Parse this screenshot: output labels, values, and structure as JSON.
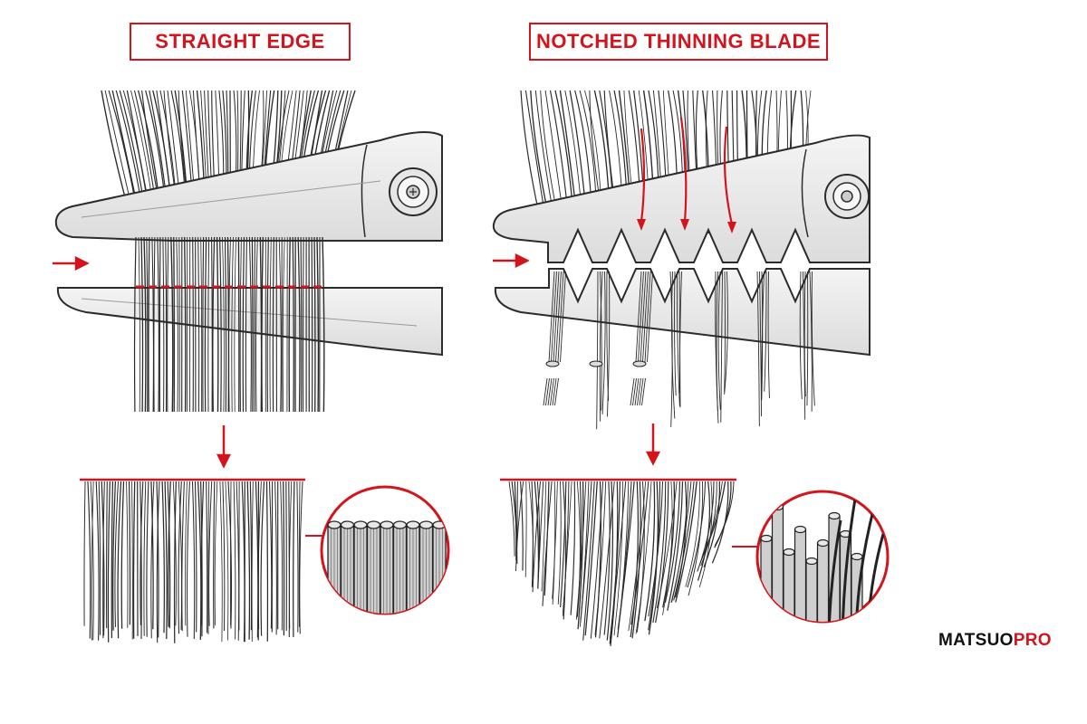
{
  "titles": {
    "straight": "STRAIGHT EDGE",
    "notched": "NOTCHED THINNING BLADE"
  },
  "brand": {
    "part1": "MATSUO",
    "part2": "PRO"
  },
  "colors": {
    "accent": "#d3141c",
    "blade_fill": "#e9e9e9",
    "blade_stroke": "#2b2b2b",
    "hair": "#2a2a2a"
  },
  "icons": {
    "pivot": "pivot-screw-icon",
    "arrow": "arrow-icon"
  }
}
